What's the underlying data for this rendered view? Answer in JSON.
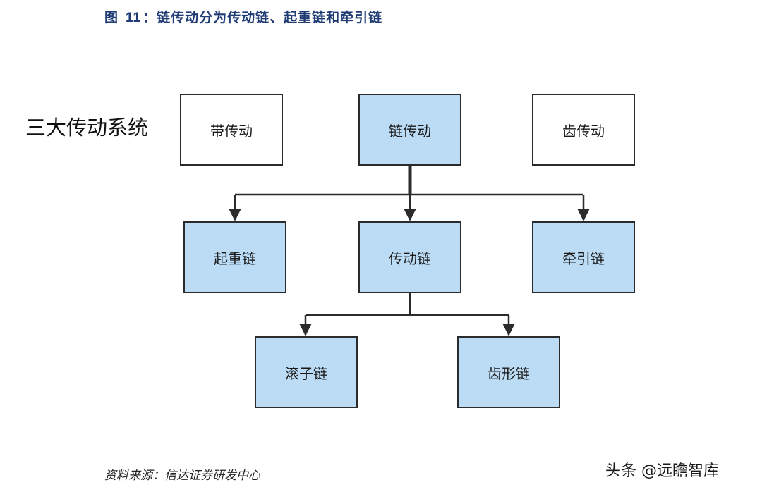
{
  "figure": {
    "label": "图",
    "number": "11",
    "separator": "：",
    "caption": "链传动分为传动链、起重链和牵引链"
  },
  "heading": "三大传动系统",
  "nodes": {
    "belt": "带传动",
    "chain": "链传动",
    "gear": "齿传动",
    "lifting": "起重链",
    "transmission": "传动链",
    "traction": "牵引链",
    "roller": "滚子链",
    "tooth": "齿形链"
  },
  "colors": {
    "node_fill_highlight": "#bcdcf5",
    "node_fill_plain": "#ffffff",
    "border": "#2b2b2b",
    "title": "#1f3b73"
  },
  "source": "资料来源：信达证券研发中心",
  "watermark": "头条 @远瞻智库"
}
